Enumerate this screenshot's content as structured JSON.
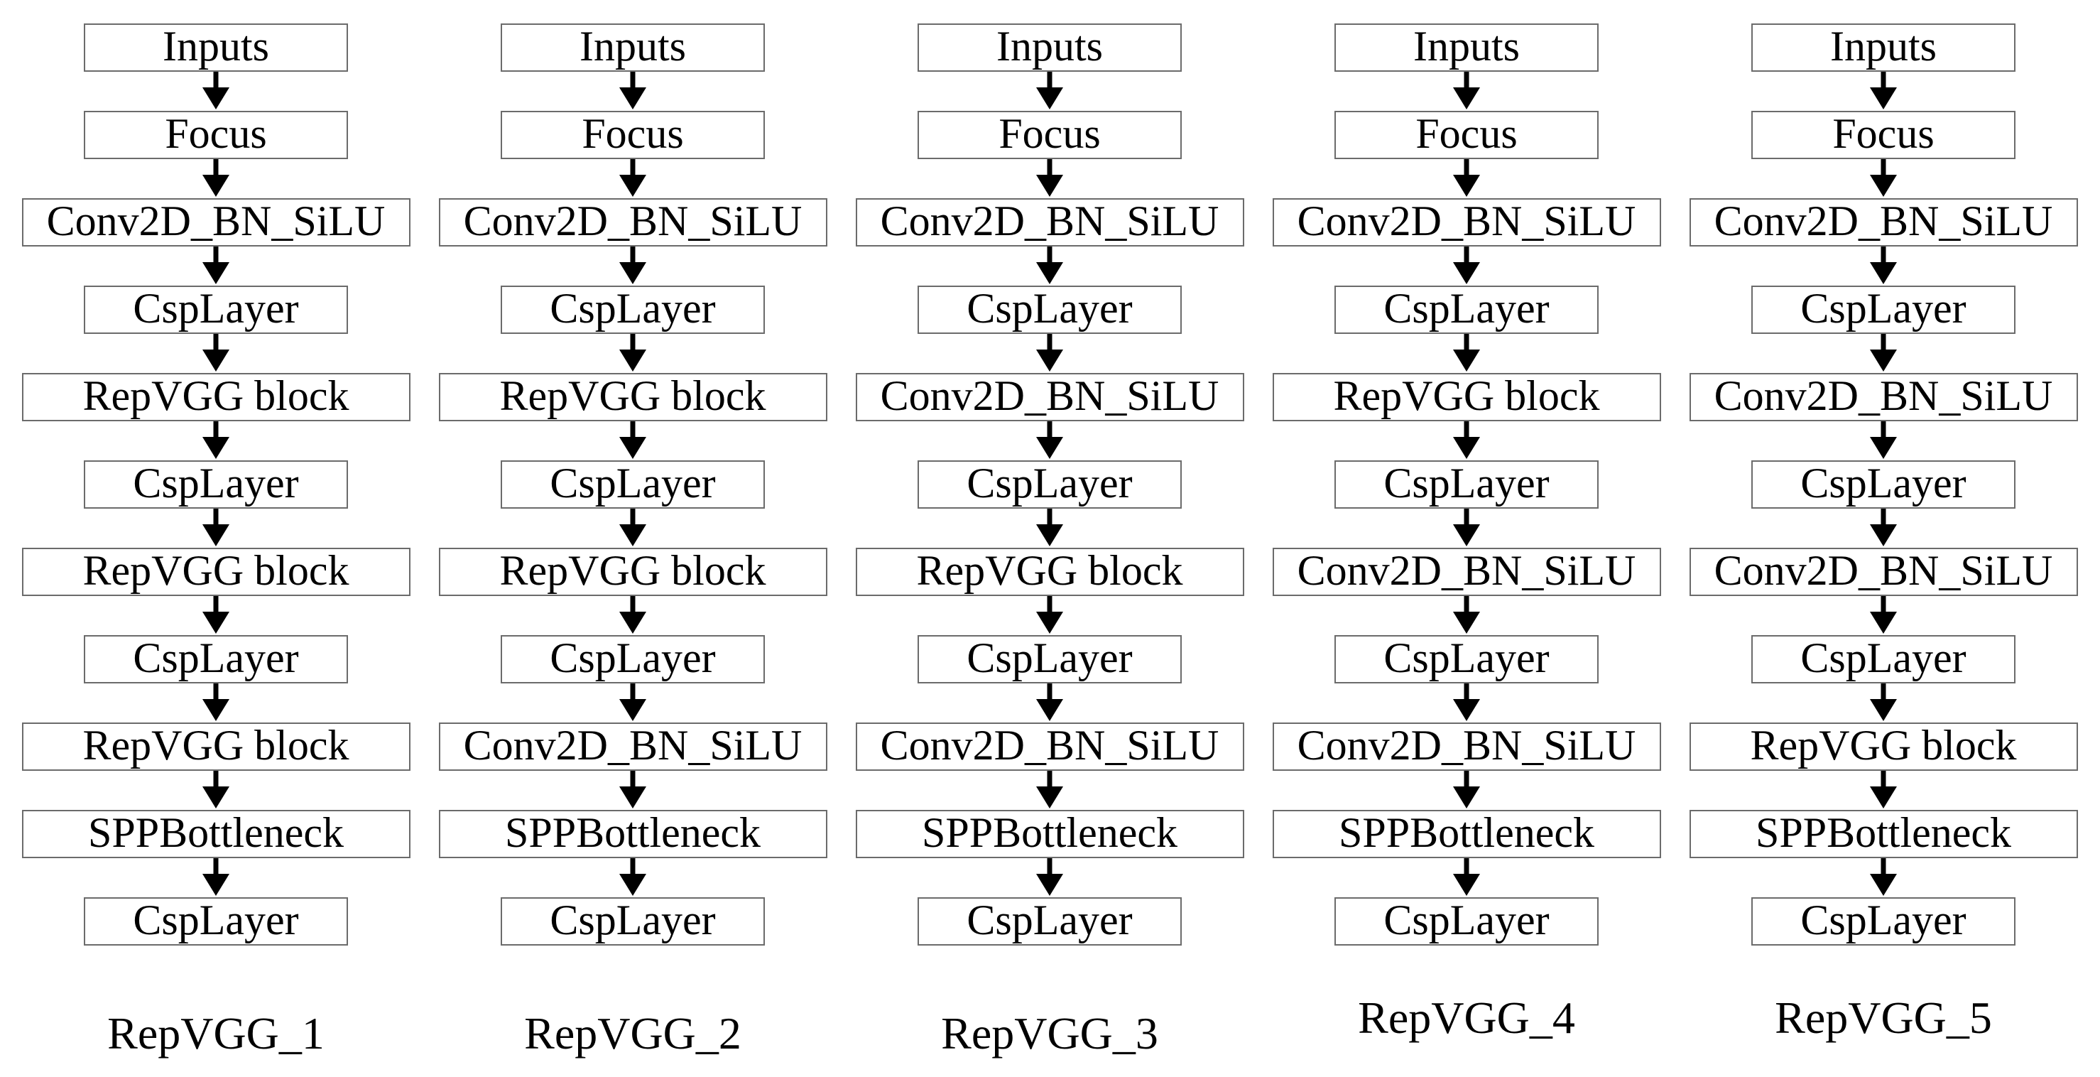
{
  "diagram": {
    "title_implicit": "RepVGG backbone variants flowcharts",
    "colors": {
      "background": "#ffffff",
      "box_border": "#6b6b6b",
      "box_fill": "#ffffff",
      "text": "#000000",
      "arrow": "#000000"
    },
    "columns": [
      {
        "label": "RepVGG_1",
        "nodes": [
          "Inputs",
          "Focus",
          "Conv2D_BN_SiLU",
          "CspLayer",
          "RepVGG block",
          "CspLayer",
          "RepVGG block",
          "CspLayer",
          "RepVGG block",
          "SPPBottleneck",
          "CspLayer"
        ]
      },
      {
        "label": "RepVGG_2",
        "nodes": [
          "Inputs",
          "Focus",
          "Conv2D_BN_SiLU",
          "CspLayer",
          "RepVGG block",
          "CspLayer",
          "RepVGG block",
          "CspLayer",
          "Conv2D_BN_SiLU",
          "SPPBottleneck",
          "CspLayer"
        ]
      },
      {
        "label": "RepVGG_3",
        "nodes": [
          "Inputs",
          "Focus",
          "Conv2D_BN_SiLU",
          "CspLayer",
          "Conv2D_BN_SiLU",
          "CspLayer",
          "RepVGG block",
          "CspLayer",
          "Conv2D_BN_SiLU",
          "SPPBottleneck",
          "CspLayer"
        ]
      },
      {
        "label": "RepVGG_4",
        "nodes": [
          "Inputs",
          "Focus",
          "Conv2D_BN_SiLU",
          "CspLayer",
          "RepVGG block",
          "CspLayer",
          "Conv2D_BN_SiLU",
          "CspLayer",
          "Conv2D_BN_SiLU",
          "SPPBottleneck",
          "CspLayer"
        ]
      },
      {
        "label": "RepVGG_5",
        "nodes": [
          "Inputs",
          "Focus",
          "Conv2D_BN_SiLU",
          "CspLayer",
          "Conv2D_BN_SiLU",
          "CspLayer",
          "Conv2D_BN_SiLU",
          "CspLayer",
          "RepVGG block",
          "SPPBottleneck",
          "CspLayer"
        ]
      }
    ]
  }
}
